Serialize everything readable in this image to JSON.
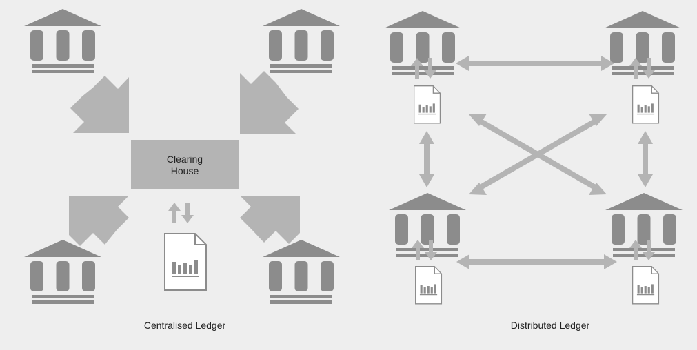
{
  "central": {
    "hub_label_line1": "Clearing",
    "hub_label_line2": "House",
    "caption": "Centralised Ledger"
  },
  "distributed": {
    "caption": "Distributed Ledger"
  },
  "icons": {
    "bank": "bank-icon",
    "ledger": "ledger-document-icon",
    "arrow": "arrow-icon"
  },
  "colors": {
    "background": "#eeeeee",
    "icon": "#8c8c8c",
    "arrow": "#b4b4b4",
    "hub": "#b4b4b4",
    "text": "#222222"
  }
}
